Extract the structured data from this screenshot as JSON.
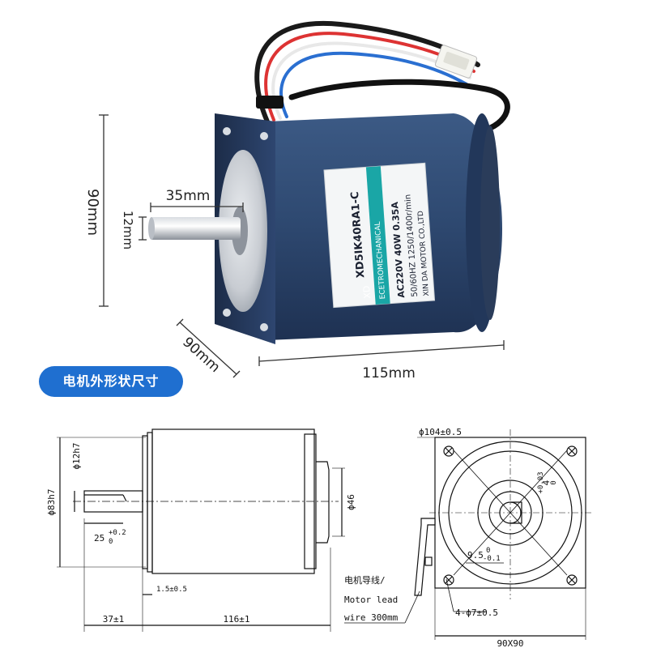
{
  "photo": {
    "dim_height": "90mm",
    "dim_shaft_length": "35mm",
    "dim_shaft_diameter": "12mm",
    "dim_width": "90mm",
    "dim_body_length": "115mm",
    "label": {
      "model": "XD5IK40RA1-C",
      "brand": "XD",
      "category": "ECETROMECHANICAL",
      "spec1": "AC220V   40W   0.35A",
      "spec2": "50/60HZ   1250/1400r/min",
      "maker": "XIN DA MOTOR CO.,LTD"
    }
  },
  "banner": {
    "title": "电机外形状尺寸"
  },
  "drawing": {
    "phi12h7": "ϕ12h7",
    "phi83h7": "ϕ83h7",
    "angle_25": "25",
    "angle_25_sup": "+0.2",
    "angle_25_sub": "0",
    "phi46": "ϕ46",
    "dim_1_5": "1.5±0.5",
    "dim_37": "37±1",
    "dim_116": "116±1",
    "phi104": "ϕ104±0.5",
    "key_4": "4",
    "key_4_sup": "+0.03",
    "key_4_sub": "0",
    "dim_9_5": "9.5",
    "dim_9_5_sup": "0",
    "dim_9_5_sub": "-0.1",
    "holes": "4-ϕ7±0.5",
    "flange": "90X90",
    "lead_cn": "电机导线/",
    "lead_en1": "Motor lead",
    "lead_en2": "wire 300mm"
  }
}
